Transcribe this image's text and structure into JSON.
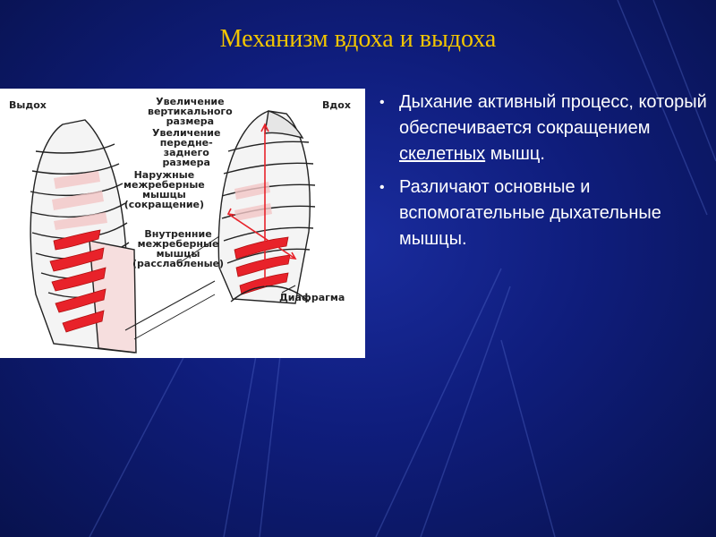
{
  "slide": {
    "title": "Механизм вдоха и выдоха",
    "colors": {
      "background": "#0f1d7c",
      "title": "#f2c500",
      "text": "#ffffff",
      "muscle": "#e8222a"
    }
  },
  "figure": {
    "labels": {
      "exhale": "Выдох",
      "inhale": "Вдох",
      "vertical_size": "Увеличение\nвертикального\nразмера",
      "anteroposterior_size": "Увеличение\nпередне-\nзаднего\nразмера",
      "external_intercostal": "Наружные\nмежреберные\nмышцы\n(сокращение)",
      "internal_intercostal": "Внутренние\nмежреберные\nмышцы\n(расслабленые)",
      "diaphragm": "Диафрагма"
    }
  },
  "bullets": [
    {
      "before": "Дыхание активный процесс, который обеспечивается сокращением ",
      "link": "скелетных",
      "after": " мышц."
    },
    {
      "before": "Различают  основные и вспомогательные дыхательные мышцы.",
      "link": "",
      "after": ""
    }
  ],
  "bullet_icon": "bullet-dot-icon"
}
